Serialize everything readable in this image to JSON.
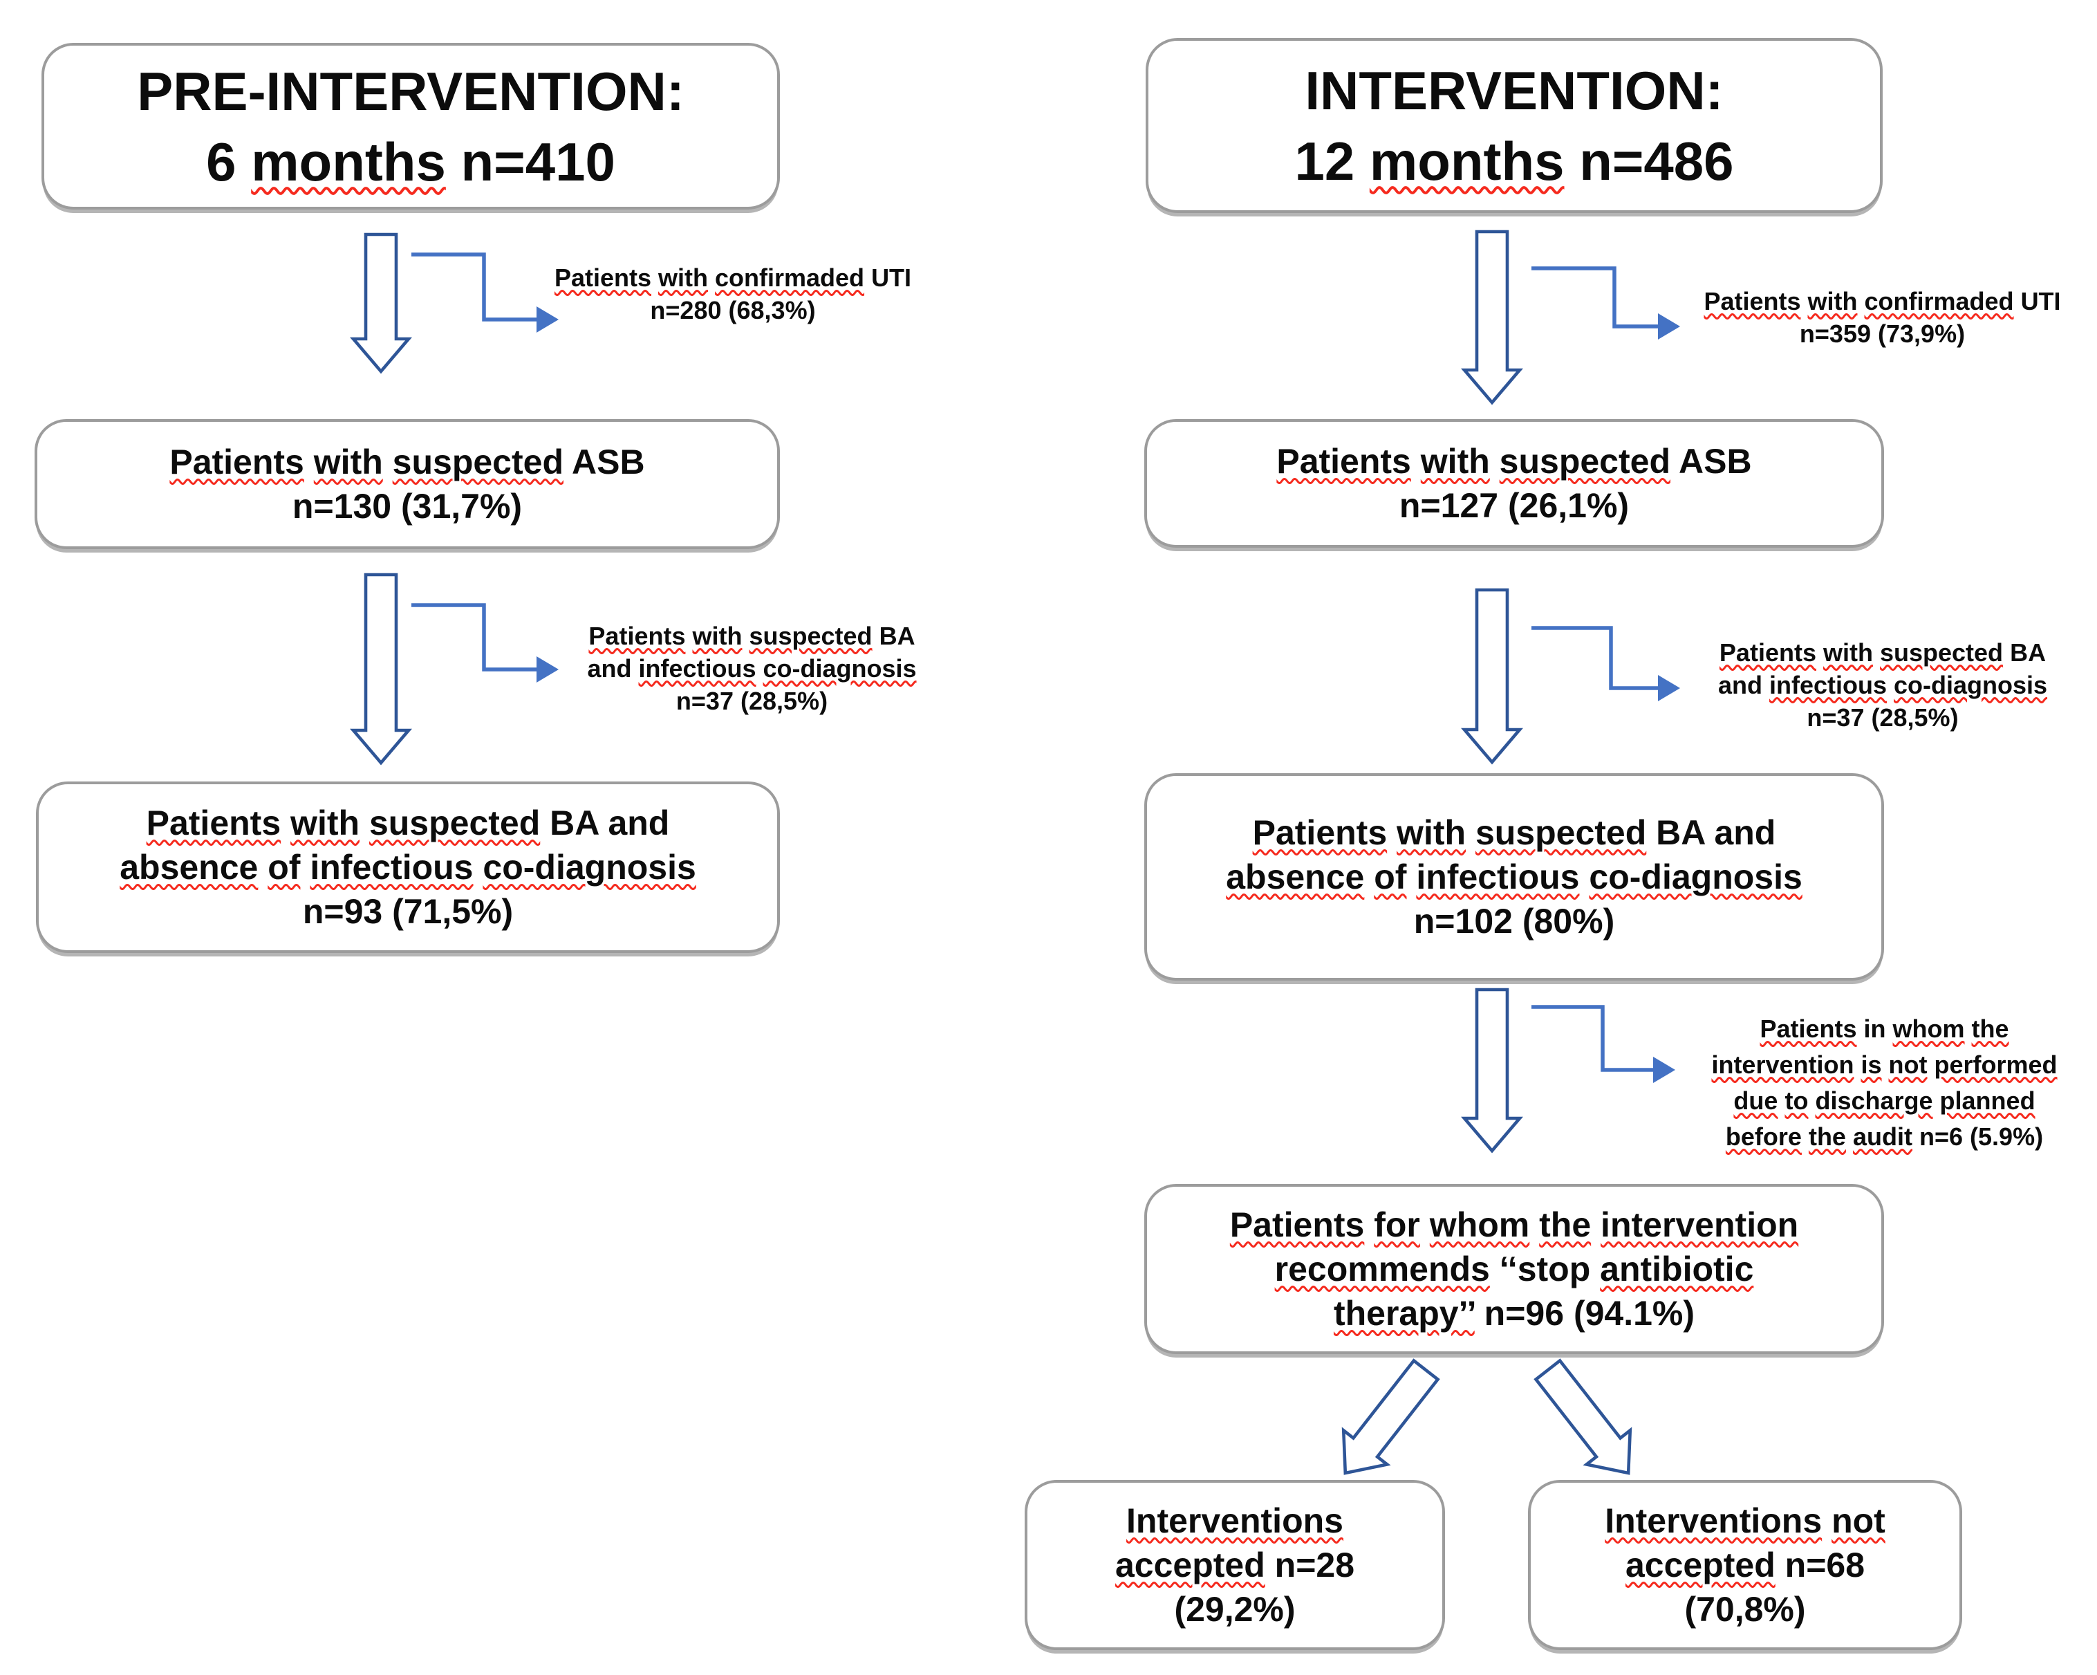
{
  "colors": {
    "arrow_outline": "#2e5597",
    "connector": "#4472c4",
    "squiggle": "#f52a1e",
    "box_border": "#9c9c9c",
    "text": "#0c0c0c"
  },
  "pre": {
    "title_box": {
      "lines": [
        {
          "text": "PRE-INTERVENTION:",
          "sq": []
        },
        {
          "text": "6 months n=410",
          "sq": [
            1
          ]
        }
      ]
    },
    "excluded_uti": {
      "lines": [
        {
          "text": "Patients with confirmaded UTI",
          "sq": [
            0,
            1,
            2
          ]
        },
        {
          "text": "n=280 (68,3%)",
          "sq": []
        }
      ]
    },
    "box_suspected_asb": {
      "lines": [
        {
          "text": "Patients with suspected ASB",
          "sq": [
            0,
            1,
            2
          ]
        },
        {
          "text": "n=130 (31,7%)",
          "sq": []
        }
      ]
    },
    "excluded_codiagnosis": {
      "lines": [
        {
          "text": "Patients with suspected BA",
          "sq": [
            0,
            1,
            2
          ]
        },
        {
          "text": "and infectious co-diagnosis",
          "sq": [
            1,
            2
          ]
        },
        {
          "text": "n=37 (28,5%)",
          "sq": []
        }
      ]
    },
    "box_suspected_ba": {
      "lines": [
        {
          "text": "Patients with suspected BA and",
          "sq": [
            0,
            1,
            2
          ]
        },
        {
          "text": "absence of infectious co-diagnosis",
          "sq": [
            0,
            1,
            2,
            3
          ]
        },
        {
          "text": "n=93 (71,5%)",
          "sq": []
        }
      ]
    }
  },
  "intervention": {
    "title_box": {
      "lines": [
        {
          "text": "INTERVENTION:",
          "sq": []
        },
        {
          "text": "12 months n=486",
          "sq": [
            1
          ]
        }
      ]
    },
    "excluded_uti": {
      "lines": [
        {
          "text": "Patients with confirmaded UTI",
          "sq": [
            0,
            1,
            2
          ]
        },
        {
          "text": "n=359 (73,9%)",
          "sq": []
        }
      ]
    },
    "box_suspected_asb": {
      "lines": [
        {
          "text": "Patients with suspected ASB",
          "sq": [
            0,
            1,
            2
          ]
        },
        {
          "text": "n=127 (26,1%)",
          "sq": []
        }
      ]
    },
    "excluded_codiagnosis": {
      "lines": [
        {
          "text": "Patients with suspected BA",
          "sq": [
            0,
            1,
            2
          ]
        },
        {
          "text": "and infectious co-diagnosis",
          "sq": [
            1,
            2
          ]
        },
        {
          "text": "n=37 (28,5%)",
          "sq": []
        }
      ]
    },
    "box_suspected_ba": {
      "lines": [
        {
          "text": "Patients with suspected BA and",
          "sq": [
            0,
            1,
            2
          ]
        },
        {
          "text": "absence of infectious co-diagnosis",
          "sq": [
            0,
            1,
            2,
            3
          ]
        },
        {
          "text": "n=102 (80%)",
          "sq": []
        }
      ]
    },
    "excluded_discharge": {
      "lines": [
        {
          "text": "Patients in whom the",
          "sq": [
            0,
            2,
            3
          ]
        },
        {
          "text": "intervention is not performed",
          "sq": [
            0,
            1,
            2,
            3
          ]
        },
        {
          "text": "due to discharge planned",
          "sq": [
            0,
            1,
            2,
            3
          ]
        },
        {
          "text": "before the audit n=6 (5.9%)",
          "sq": [
            0,
            1,
            2
          ]
        }
      ]
    },
    "box_stop_therapy": {
      "lines": [
        {
          "text": "Patients for whom the intervention",
          "sq": [
            0,
            1,
            2,
            3,
            4
          ]
        },
        {
          "text": "recommends ‘‘stop antibiotic",
          "sq": [
            0,
            2
          ]
        },
        {
          "text": "therapy’’ n=96 (94.1%)",
          "sq": [
            0
          ]
        }
      ]
    },
    "box_accepted": {
      "lines": [
        {
          "text": "Interventions",
          "sq": [
            0
          ]
        },
        {
          "text": "accepted n=28",
          "sq": [
            0
          ]
        },
        {
          "text": "(29,2%)",
          "sq": []
        }
      ]
    },
    "box_not_accepted": {
      "lines": [
        {
          "text": "Interventions not",
          "sq": [
            0,
            1
          ]
        },
        {
          "text": "accepted n=68",
          "sq": [
            0
          ]
        },
        {
          "text": "(70,8%)",
          "sq": []
        }
      ]
    }
  }
}
